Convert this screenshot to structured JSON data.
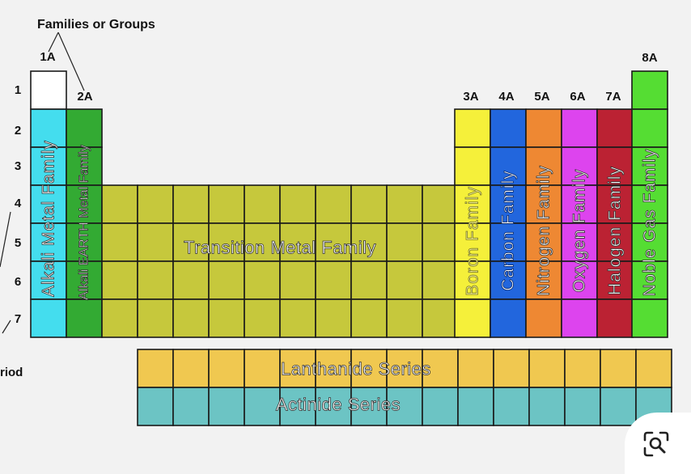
{
  "title": "Families or Groups",
  "period_label": "riod",
  "group_labels": [
    "1A",
    "2A",
    "3A",
    "4A",
    "5A",
    "6A",
    "7A",
    "8A"
  ],
  "period_numbers": [
    "1",
    "2",
    "3",
    "4",
    "5",
    "6",
    "7"
  ],
  "family_labels": {
    "alkali": "Alkali Metal Family",
    "alkaline_earth": "Alkali EARTH Metal Family",
    "transition": "Transition Metal Family",
    "boron": "Boron Family",
    "carbon": "Carbon Family",
    "nitrogen": "Nitrogen Family",
    "oxygen": "Oxygen Family",
    "halogen": "Halogen Family",
    "noble_gas": "Noble Gas Family"
  },
  "series_labels": {
    "lanthanide": "Lanthanide Series",
    "actinide": "Actinide Series"
  },
  "colors": {
    "background": "#f2f2f2",
    "hydrogen": "#ffffff",
    "alkali": "#44ddee",
    "alkaline_earth": "#33aa33",
    "transition": "#c6c83c",
    "boron": "#f5f03a",
    "carbon": "#2266dd",
    "nitrogen": "#ee8833",
    "oxygen": "#dd44ee",
    "halogen": "#bb2233",
    "noble_gas": "#55dd33",
    "lanthanide": "#f0c850",
    "actinide": "#6cc4c4",
    "cell_border": "#1a1a1a"
  },
  "icons": {
    "lens": "magnifier-search-icon"
  }
}
